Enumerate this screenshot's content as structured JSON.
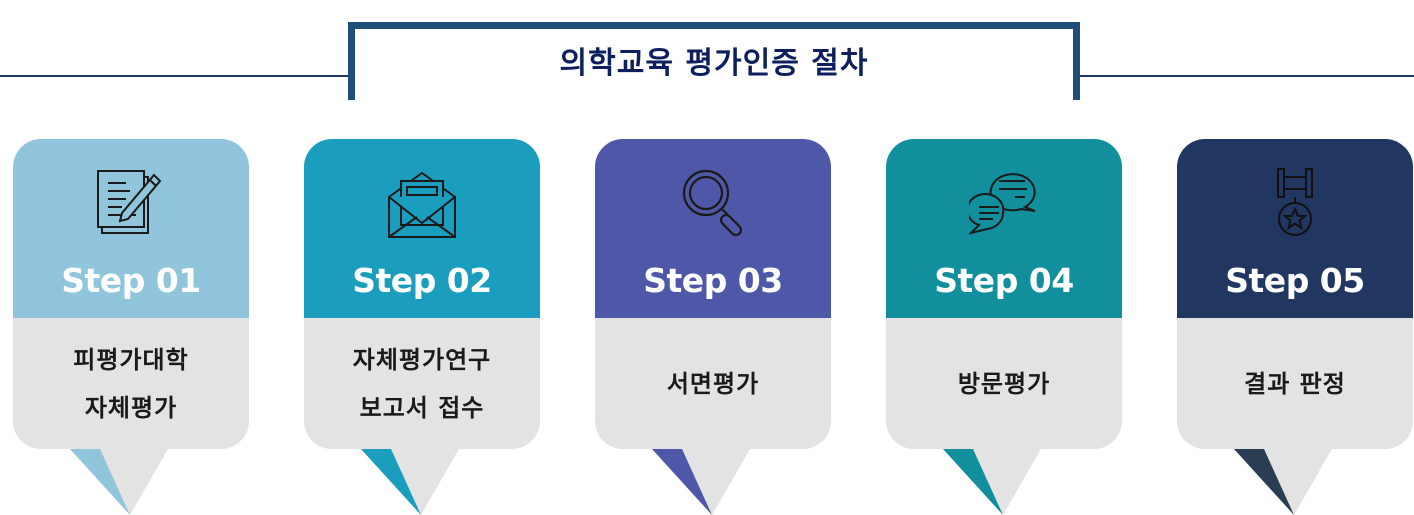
{
  "header": {
    "title": "의학교육 평가인증 절차",
    "line_color": "#1f3864",
    "bracket_color": "#1f4e79"
  },
  "steps": [
    {
      "label": "Step 01",
      "lines": [
        "피평가대학",
        "자체평가"
      ],
      "color": "#90c5db",
      "icon": "document-pen-icon"
    },
    {
      "label": "Step 02",
      "lines": [
        "자체평가연구",
        "보고서 접수"
      ],
      "color": "#1b9dbd",
      "icon": "envelope-letter-icon"
    },
    {
      "label": "Step 03",
      "lines": [
        "서면평가"
      ],
      "color": "#4f58a8",
      "icon": "magnifier-icon"
    },
    {
      "label": "Step 04",
      "lines": [
        "방문평가"
      ],
      "color": "#128f9d",
      "icon": "chat-bubbles-icon"
    },
    {
      "label": "Step 05",
      "lines": [
        "결과 판정"
      ],
      "color": "#213661",
      "icon": "medal-icon"
    }
  ],
  "pointer_shadow_colors": [
    "#90c5db",
    "#1b9dbd",
    "#4f58a8",
    "#128f9d",
    "#2a3d52"
  ]
}
